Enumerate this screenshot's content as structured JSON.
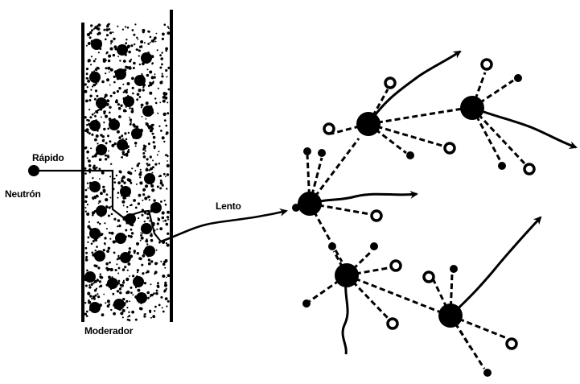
{
  "labels": {
    "rapido": "Rápido",
    "neutron": "Neutrón",
    "lento": "Lento",
    "moderador": "Moderador"
  },
  "colors": {
    "ink": "#000000",
    "background": "#ffffff"
  },
  "icons": {
    "nucleus": "large-black-circle",
    "neutron": "small-black-circle",
    "released-neutron": "hollow-circle",
    "trajectory": "arrow"
  }
}
